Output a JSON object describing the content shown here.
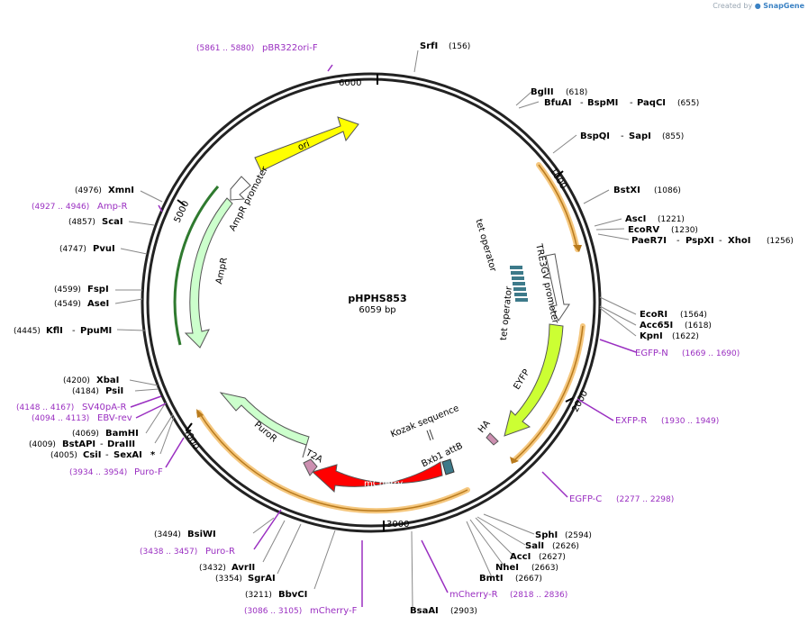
{
  "credit": {
    "prefix": "Created by",
    "brand": "SnapGene"
  },
  "plasmid": {
    "name": "pHPHS853",
    "length": "6059 bp"
  },
  "ticks": [
    "1000",
    "2000",
    "3000",
    "4000",
    "5000",
    "6000"
  ],
  "enzymes": {
    "SrfI": {
      "name": "SrfI",
      "pos": "(156)"
    },
    "BglII": {
      "name": "BglII",
      "pos": "(618)"
    },
    "BfuAI": {
      "name": "BfuAI",
      "sep1": "-",
      "name2": "BspMI",
      "sep2": "-",
      "name3": "PaqCI",
      "pos": "(655)"
    },
    "BspQI": {
      "name": "BspQI",
      "sep": "-",
      "name2": "SapI",
      "pos": "(855)"
    },
    "BstXI": {
      "name": "BstXI",
      "pos": "(1086)"
    },
    "AscI": {
      "name": "AscI",
      "pos": "(1221)"
    },
    "EcoRV": {
      "name": "EcoRV",
      "pos": "(1230)"
    },
    "PaeR7I": {
      "name": "PaeR7I",
      "sep1": "-",
      "name2": "PspXI",
      "sep2": "-",
      "name3": "XhoI",
      "pos": "(1256)"
    },
    "EcoRI": {
      "name": "EcoRI",
      "pos": "(1564)"
    },
    "Acc65I": {
      "name": "Acc65I",
      "pos": "(1618)"
    },
    "KpnI": {
      "name": "KpnI",
      "pos": "(1622)"
    },
    "SphI": {
      "name": "SphI",
      "pos": "(2594)"
    },
    "SalI": {
      "name": "SalI",
      "pos": "(2626)"
    },
    "AccI": {
      "name": "AccI",
      "pos": "(2627)"
    },
    "NheI": {
      "name": "NheI",
      "pos": "(2663)"
    },
    "BmtI": {
      "name": "BmtI",
      "pos": "(2667)"
    },
    "BsaAI": {
      "name": "BsaAI",
      "pos": "(2903)"
    },
    "BbvCI": {
      "name": "BbvCI",
      "pos": "(3211)"
    },
    "SgrAI": {
      "name": "SgrAI",
      "pos": "(3354)"
    },
    "AvrII": {
      "name": "AvrII",
      "pos": "(3432)"
    },
    "BsiWI": {
      "name": "BsiWI",
      "pos": "(3494)"
    },
    "CsiI": {
      "name": "CsiI",
      "sep": "-",
      "name2": "SexAI",
      "star": "*",
      "pos": "(4005)"
    },
    "BstAPI": {
      "name": "BstAPI",
      "sep": "-",
      "name2": "DraIII",
      "pos": "(4009)"
    },
    "BamHI": {
      "name": "BamHI",
      "pos": "(4069)"
    },
    "PsiI": {
      "name": "PsiI",
      "pos": "(4184)"
    },
    "XbaI": {
      "name": "XbaI",
      "pos": "(4200)"
    },
    "KflI": {
      "name": "KflI",
      "sep": "-",
      "name2": "PpuMI",
      "pos": "(4445)"
    },
    "AseI": {
      "name": "AseI",
      "pos": "(4549)"
    },
    "FspI": {
      "name": "FspI",
      "pos": "(4599)"
    },
    "PvuI": {
      "name": "PvuI",
      "pos": "(4747)"
    },
    "ScaI": {
      "name": "ScaI",
      "pos": "(4857)"
    },
    "XmnI": {
      "name": "XmnI",
      "pos": "(4976)"
    }
  },
  "primers": {
    "pBR322ori": {
      "name": "pBR322ori-F",
      "range": "(5861 .. 5880)"
    },
    "AmpR": {
      "name": "Amp-R",
      "range": "(4927 .. 4946)"
    },
    "EGFPN": {
      "name": "EGFP-N",
      "range": "(1669 .. 1690)"
    },
    "EXFPR": {
      "name": "EXFP-R",
      "range": "(1930 .. 1949)"
    },
    "EGFPC": {
      "name": "EGFP-C",
      "range": "(2277 .. 2298)"
    },
    "mCherryR": {
      "name": "mCherry-R",
      "range": "(2818 .. 2836)"
    },
    "mCherryF": {
      "name": "mCherry-F",
      "range": "(3086 .. 3105)"
    },
    "PuroR": {
      "name": "Puro-R",
      "range": "(3438 .. 3457)"
    },
    "PuroF": {
      "name": "Puro-F",
      "range": "(3934 .. 3954)"
    },
    "EBV": {
      "name": "EBV-rev",
      "range": "(4094 .. 4113)"
    },
    "SV40": {
      "name": "SV40pA-R",
      "range": "(4148 .. 4167)"
    }
  },
  "features": {
    "ori": "ori",
    "AmpRpromoter": "AmpR promoter",
    "AmpR": "AmpR",
    "tetop1": "tet operator",
    "tetop2": "tet operator",
    "TRE3GV": "TRE3GV promoter",
    "EYFP": "EYFP",
    "HA": "HA",
    "mCherry": "mCherry",
    "Kozak": "Kozak sequence",
    "Bxb1": "Bxb1 attB",
    "T2A": "T2A",
    "PuroR": "PuroR"
  },
  "colors": {
    "ori": "#ffff00",
    "amp": "#ccffcc",
    "ampOutline": "#2f7a2f",
    "eyfp": "#ccff33",
    "mcherry": "#ff0000",
    "tag": "#cc8fb0",
    "tet": "#3d7a8a",
    "orfHalo": "#f5c77e",
    "orfLine": "#b87a1d",
    "primer": "#9a2fc1"
  }
}
